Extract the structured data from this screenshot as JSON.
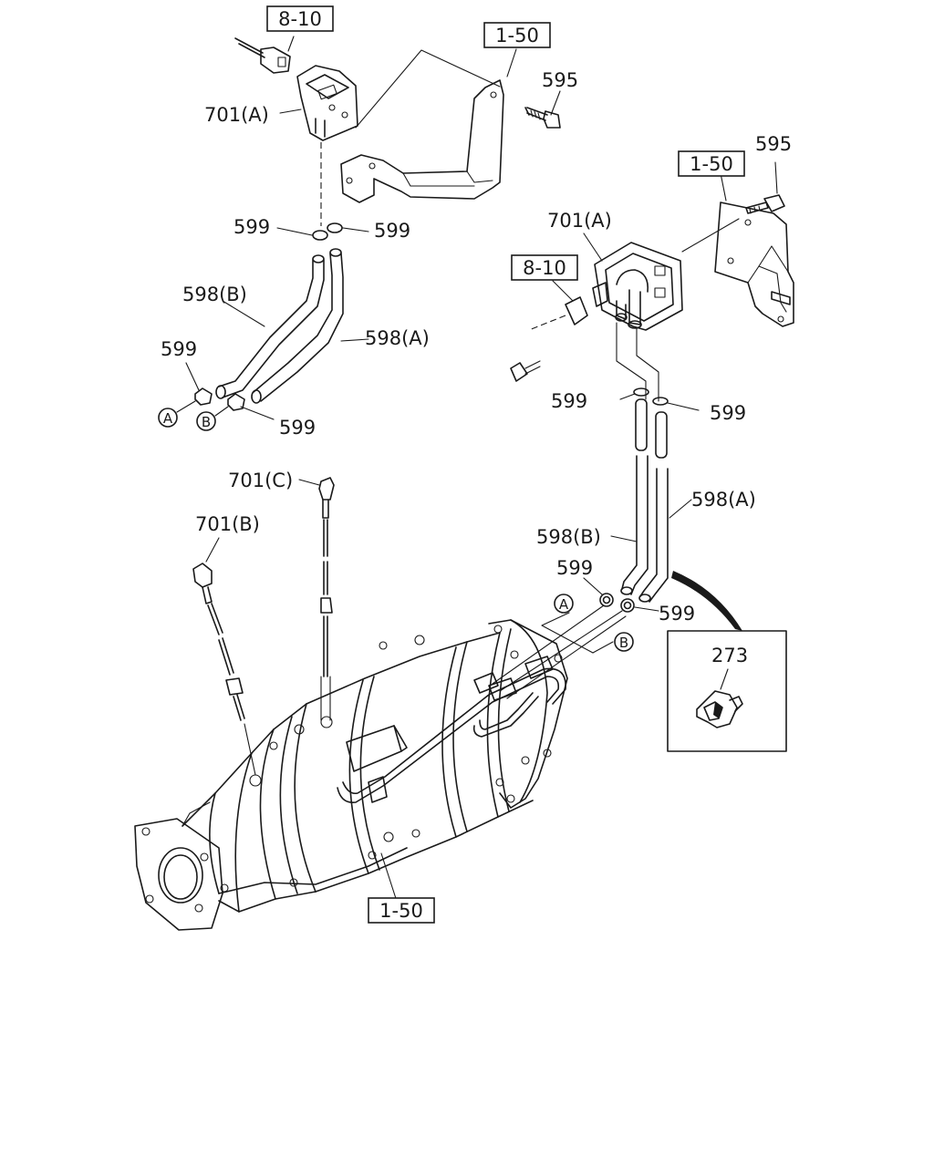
{
  "references": {
    "r8_10": "8-10",
    "r1_50": "1-50"
  },
  "parts": {
    "p595": "595",
    "p599": "599",
    "p598a": "598(A)",
    "p598b": "598(B)",
    "p701a": "701(A)",
    "p701b": "701(B)",
    "p701c": "701(C)",
    "p273": "273"
  },
  "connectors": {
    "a": "A",
    "b": "B"
  }
}
